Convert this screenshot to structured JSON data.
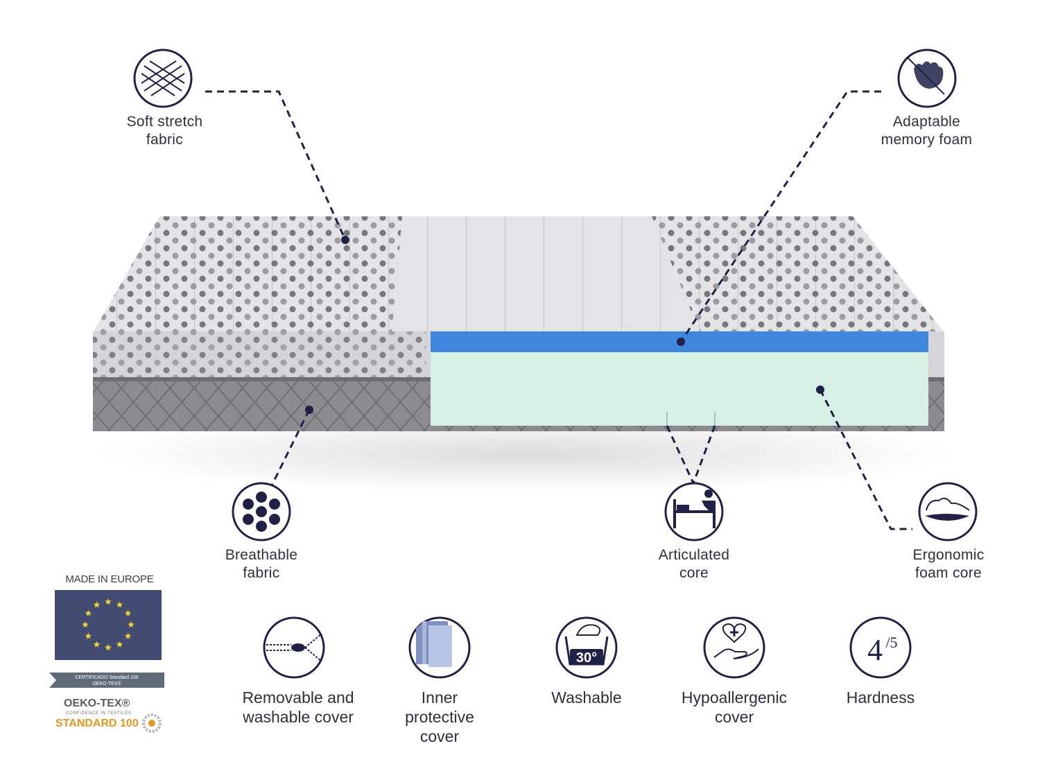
{
  "callouts": {
    "soft_stretch": [
      "Soft stretch",
      "fabric"
    ],
    "memory_foam": [
      "Adaptable",
      "memory foam"
    ],
    "breathable": [
      "Breathable",
      "fabric"
    ],
    "articulated": [
      "Articulated",
      "core"
    ],
    "ergonomic": [
      "Ergonomic",
      "foam core"
    ]
  },
  "features": {
    "removable": [
      "Removable and",
      "washable cover"
    ],
    "inner": [
      "Inner",
      "protective",
      "cover"
    ],
    "washable": [
      "Washable"
    ],
    "hypoallergenic": [
      "Hypoallergenic",
      "cover"
    ],
    "hardness": [
      "Hardness"
    ]
  },
  "icons": {
    "washable_temp": "30°",
    "hardness_value": "4",
    "hardness_scale": "/5"
  },
  "certification": {
    "made_in": "MADE IN EUROPE",
    "band_line1": "CERTIFICADO Standard 100",
    "band_line2": "OEKO-TEX®",
    "oeko_name": "OEKO-TEX®",
    "oeko_tagline": "CONFIDENCE IN TEXTILES",
    "oeko_standard": "STANDARD 100"
  },
  "colors": {
    "navy": "#1f2147",
    "memory_foam_blue": "#3f86dd",
    "core_mint": "#d8f1e6",
    "eu_flag": "#424b72",
    "eu_star": "#f2d230",
    "oeko_orange": "#e8961e"
  }
}
